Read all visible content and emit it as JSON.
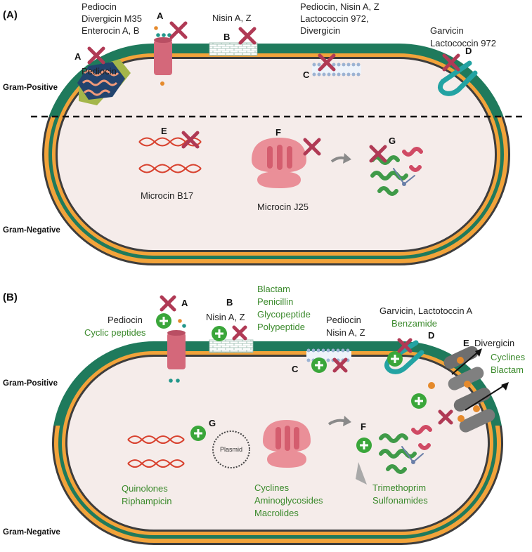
{
  "colors": {
    "outer_membrane": "#1f7a5c",
    "inner_band": "#f2a33a",
    "dark_edge": "#3d3d3d",
    "cytoplasm": "#f5ecea",
    "block_x": "#b03a55",
    "resist_plus": "#3aa63a",
    "green_text": "#3b8a2c",
    "pore": "#d4687a",
    "ribosome": "#ea8f98",
    "dna": "#d8422f"
  },
  "panel_a": {
    "label": "(A)",
    "gram_positive": "Gram-Positive",
    "gram_negative": "Gram-Negative",
    "targets": {
      "a1": {
        "letter": "A",
        "lines": [
          "Pediocin"
        ]
      },
      "a2": {
        "letter": "A",
        "lines": [
          "Pediocin",
          "Divergicin M35",
          "Enterocin A, B"
        ]
      },
      "b": {
        "letter": "B",
        "lines": [
          "Nisin A, Z"
        ]
      },
      "c": {
        "letter": "C",
        "lines": [
          "Pediocin, Nisin A, Z",
          "Lactococcin 972,",
          "Divergicin"
        ]
      },
      "d": {
        "letter": "D",
        "lines": [
          "Garvicin",
          "Lactococcin 972"
        ]
      },
      "e": {
        "letter": "E",
        "label": "Microcin B17"
      },
      "f": {
        "letter": "F",
        "label": "Microcin J25"
      },
      "g": {
        "letter": "G"
      }
    }
  },
  "panel_b": {
    "label": "(B)",
    "gram_positive": "Gram-Positive",
    "gram_negative": "Gram-Negative",
    "a": {
      "letter": "A",
      "black": "Pediocin",
      "green": "Cyclic peptides"
    },
    "b": {
      "letter": "B",
      "black": "Nisin A, Z",
      "green": [
        "Blactam",
        "Penicillin",
        "Glycopeptide",
        "Polypeptide"
      ]
    },
    "c": {
      "letter": "C",
      "black": [
        "Pediocin",
        "Nisin A, Z"
      ]
    },
    "d": {
      "letter": "D",
      "black": "Garvicin, Lactotoccin A",
      "green": "Benzamide"
    },
    "e": {
      "letter": "E",
      "black": "Divergicin",
      "green": [
        "Cyclines",
        "Blactam"
      ]
    },
    "f": {
      "letter": "F",
      "green": [
        "Trimethoprim",
        "Sulfonamides"
      ]
    },
    "g": {
      "letter": "G",
      "plasmid": "Plasmid"
    },
    "dna_green": [
      "Quinolones",
      "Riphampicin"
    ],
    "ribosome_green": [
      "Cyclines",
      "Aminoglycosides",
      "Macrolides"
    ]
  }
}
